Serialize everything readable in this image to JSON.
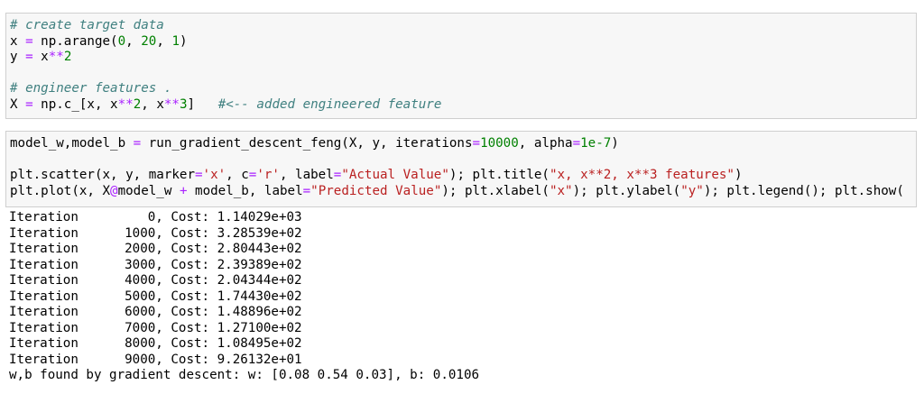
{
  "cell1": {
    "lines": [
      [
        {
          "t": "# create target data",
          "c": "c"
        }
      ],
      [
        {
          "t": "x ",
          "c": ""
        },
        {
          "t": "=",
          "c": "o"
        },
        {
          "t": " np.arange(",
          "c": ""
        },
        {
          "t": "0",
          "c": "n"
        },
        {
          "t": ", ",
          "c": ""
        },
        {
          "t": "20",
          "c": "n"
        },
        {
          "t": ", ",
          "c": ""
        },
        {
          "t": "1",
          "c": "n"
        },
        {
          "t": ")",
          "c": ""
        }
      ],
      [
        {
          "t": "y ",
          "c": ""
        },
        {
          "t": "=",
          "c": "o"
        },
        {
          "t": " x",
          "c": ""
        },
        {
          "t": "**",
          "c": "o"
        },
        {
          "t": "2",
          "c": "n"
        }
      ],
      [],
      [
        {
          "t": "# engineer features .",
          "c": "c"
        }
      ],
      [
        {
          "t": "X ",
          "c": ""
        },
        {
          "t": "=",
          "c": "o"
        },
        {
          "t": " np.c_[x, x",
          "c": ""
        },
        {
          "t": "**",
          "c": "o"
        },
        {
          "t": "2",
          "c": "n"
        },
        {
          "t": ", x",
          "c": ""
        },
        {
          "t": "**",
          "c": "o"
        },
        {
          "t": "3",
          "c": "n"
        },
        {
          "t": "]   ",
          "c": ""
        },
        {
          "t": "#<-- added engineered feature",
          "c": "c"
        }
      ]
    ]
  },
  "cell2": {
    "lines": [
      [
        {
          "t": "model_w,model_b ",
          "c": ""
        },
        {
          "t": "=",
          "c": "o"
        },
        {
          "t": " run_gradient_descent_feng(X, y, iterations",
          "c": ""
        },
        {
          "t": "=",
          "c": "o"
        },
        {
          "t": "10000",
          "c": "n"
        },
        {
          "t": ", alpha",
          "c": ""
        },
        {
          "t": "=",
          "c": "o"
        },
        {
          "t": "1e-7",
          "c": "n"
        },
        {
          "t": ")",
          "c": ""
        }
      ],
      [],
      [
        {
          "t": "plt.scatter(x, y, marker",
          "c": ""
        },
        {
          "t": "=",
          "c": "o"
        },
        {
          "t": "'x'",
          "c": "s"
        },
        {
          "t": ", c",
          "c": ""
        },
        {
          "t": "=",
          "c": "o"
        },
        {
          "t": "'r'",
          "c": "s"
        },
        {
          "t": ", label",
          "c": ""
        },
        {
          "t": "=",
          "c": "o"
        },
        {
          "t": "\"Actual Value\"",
          "c": "s"
        },
        {
          "t": "); plt.title(",
          "c": ""
        },
        {
          "t": "\"x, x**2, x**3 features\"",
          "c": "s"
        },
        {
          "t": ")",
          "c": ""
        }
      ],
      [
        {
          "t": "plt.plot(x, X",
          "c": ""
        },
        {
          "t": "@",
          "c": "o"
        },
        {
          "t": "model_w ",
          "c": ""
        },
        {
          "t": "+",
          "c": "o"
        },
        {
          "t": " model_b, label",
          "c": ""
        },
        {
          "t": "=",
          "c": "o"
        },
        {
          "t": "\"Predicted Value\"",
          "c": "s"
        },
        {
          "t": "); plt.xlabel(",
          "c": ""
        },
        {
          "t": "\"x\"",
          "c": "s"
        },
        {
          "t": "); plt.ylabel(",
          "c": ""
        },
        {
          "t": "\"y\"",
          "c": "s"
        },
        {
          "t": "); plt.legend(); plt.show(",
          "c": ""
        }
      ]
    ]
  },
  "output": {
    "lines": [
      "Iteration         0, Cost: 1.14029e+03",
      "Iteration      1000, Cost: 3.28539e+02",
      "Iteration      2000, Cost: 2.80443e+02",
      "Iteration      3000, Cost: 2.39389e+02",
      "Iteration      4000, Cost: 2.04344e+02",
      "Iteration      5000, Cost: 1.74430e+02",
      "Iteration      6000, Cost: 1.48896e+02",
      "Iteration      7000, Cost: 1.27100e+02",
      "Iteration      8000, Cost: 1.08495e+02",
      "Iteration      9000, Cost: 9.26132e+01",
      "w,b found by gradient descent: w: [0.08 0.54 0.03], b: 0.0106"
    ]
  },
  "colors": {
    "comment": "#408080",
    "operator": "#aa22ff",
    "number": "#008000",
    "string": "#ba2121",
    "cell_bg": "#f7f7f7",
    "cell_border": "#cfcfcf"
  }
}
